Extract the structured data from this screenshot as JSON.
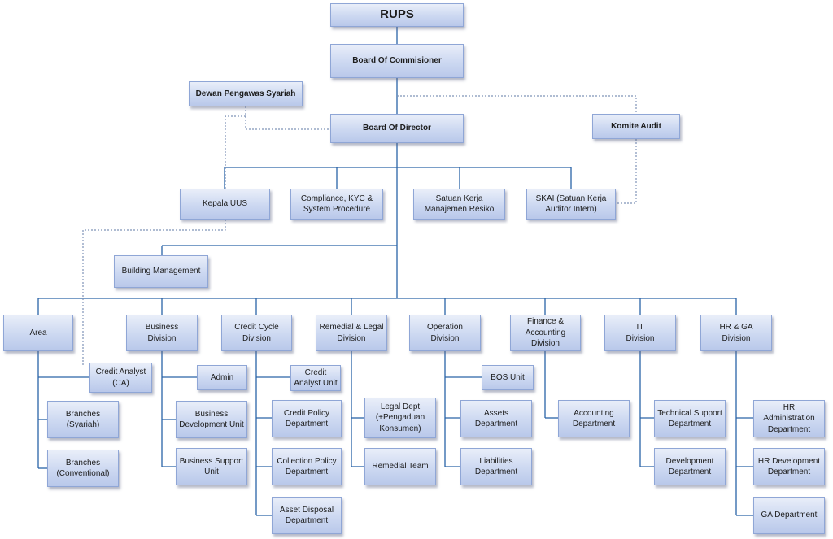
{
  "nodes": {
    "rups": "RUPS",
    "board_commissioner": "Board  Of Commisioner",
    "dewan_pengawas": "Dewan Pengawas Syariah",
    "board_director": "Board  Of Director",
    "komite_audit": "Komite Audit",
    "kepala_uus": "Kepala UUS",
    "compliance": "Compliance, KYC &\nSystem Procedure",
    "satuan_kerja": "Satuan Kerja\nManajemen Resiko",
    "skai": "SKAI (Satuan Kerja\nAuditor Intern)",
    "building_management": "Building Management",
    "area": "Area",
    "business_division": "Business\nDivision",
    "credit_cycle_division": "Credit Cycle\nDivision",
    "remedial_legal_division": "Remedial & Legal\nDivision",
    "operation_division": "Operation\nDivision",
    "finance_accounting_division": "Finance &\nAccounting\nDivision",
    "it_division": "IT\nDivision",
    "hr_ga_division": "HR & GA\nDivision",
    "credit_analyst_ca": "Credit Analyst\n(CA)",
    "branches_syariah": "Branches\n(Syariah)",
    "branches_conventional": "Branches\n(Conventional)",
    "admin": "Admin",
    "business_development_unit": "Business\nDevelopment Unit",
    "business_support_unit": "Business Support\nUnit",
    "credit_analyst_unit": "Credit\nAnalyst Unit",
    "credit_policy_department": "Credit Policy\nDepartment",
    "collection_policy_department": "Collection Policy\nDepartment",
    "asset_disposal_department": "Asset Disposal\nDepartment",
    "legal_dept": "Legal Dept\n(+Pengaduan\nKonsumen)",
    "remedial_team": "Remedial Team",
    "bos_unit": "BOS Unit",
    "assets_department": "Assets\nDepartment",
    "liabilities_department": "Liabilities\nDepartment",
    "accounting_department": "Accounting\nDepartment",
    "technical_support_department": "Technical Support\nDepartment",
    "development_department": "Development\nDepartment",
    "hr_administration_department": "HR Administration\nDepartment",
    "hr_development_department": "HR Development\nDepartment",
    "ga_department": "GA Department"
  },
  "colors": {
    "line": "#2a63a8",
    "dotted_line": "#7f93b8",
    "box_border": "#8fa6d6"
  }
}
